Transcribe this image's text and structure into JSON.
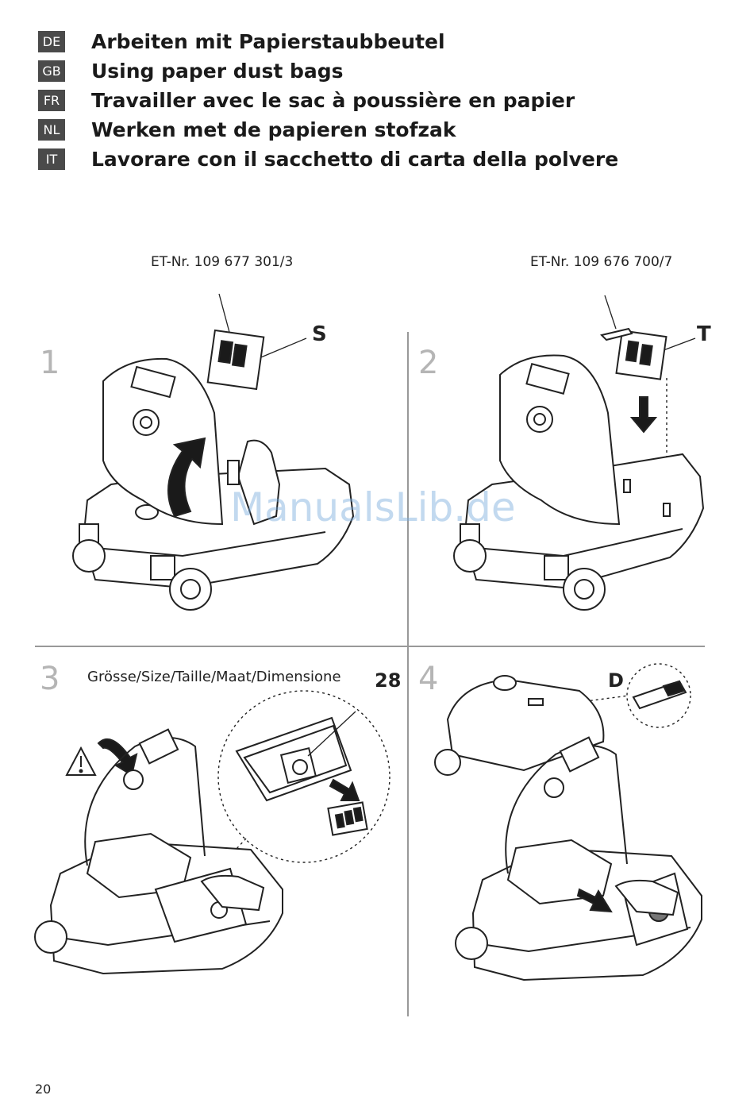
{
  "headings": [
    {
      "lang": "DE",
      "title": "Arbeiten mit Papierstaubbeutel"
    },
    {
      "lang": "GB",
      "title": "Using paper dust bags"
    },
    {
      "lang": "FR",
      "title": "Travailler avec le sac à poussière en papier"
    },
    {
      "lang": "NL",
      "title": "Werken met de papieren stofzak"
    },
    {
      "lang": "IT",
      "title": "Lavorare con il sacchetto di carta della polvere"
    }
  ],
  "part_numbers": {
    "left": "ET-Nr. 109 677 301/3",
    "right": "ET-Nr. 109 676 700/7"
  },
  "steps": [
    {
      "number": "1",
      "letter": "S"
    },
    {
      "number": "2",
      "letter": "T"
    },
    {
      "number": "3",
      "caption": "Grösse/Size/Taille/Maat/Dimensione",
      "size": "28"
    },
    {
      "number": "4",
      "letter": "D"
    }
  ],
  "watermark": "ManualsLib.de",
  "page_number": "20"
}
